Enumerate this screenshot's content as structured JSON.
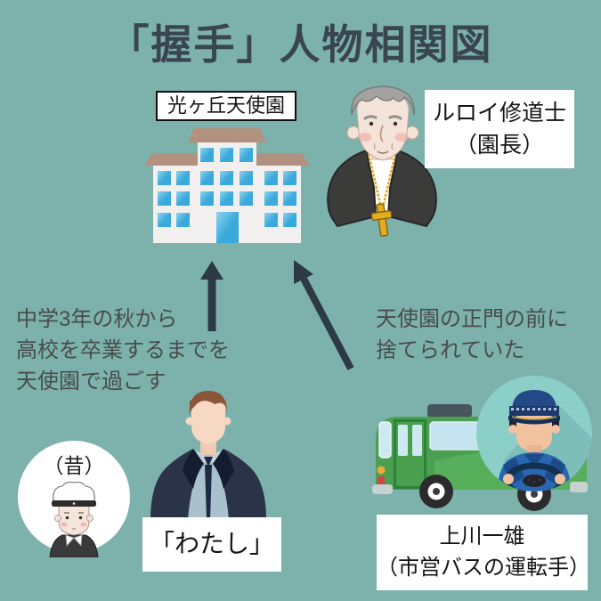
{
  "title": "「握手」人物相関図",
  "building": {
    "label": "光ヶ丘天使園"
  },
  "priest": {
    "name": "ルロイ修道士",
    "role": "（園長）"
  },
  "watashi": {
    "label": "「わたし」",
    "past_badge": "（昔）",
    "note_lines": [
      "中学3年の秋から",
      "高校を卒業するまでを",
      "天使園で過ごす"
    ]
  },
  "driver": {
    "name": "上川一雄",
    "role": "（市営バスの運転手）",
    "note_lines": [
      "天使園の正門の前に",
      "捨てられていた"
    ]
  },
  "icons": {
    "building": "orphanage-building",
    "priest": "elderly-monk-portrait",
    "businessman": "faceless-businessman",
    "schoolboy": "schoolboy-in-cap",
    "bus": "green-city-bus",
    "bus_driver": "bus-driver-with-steering-wheel",
    "up_arrow": "up-arrow",
    "diagonal_arrow": "up-left-arrow"
  },
  "colors": {
    "background": "#7db2ac",
    "title_text": "#39454f",
    "arrow": "#2c3a45",
    "note_text": "#484c4b",
    "label_background": "#ffffff",
    "building_roof": "#b39180",
    "building_wall": "#f1f0ee",
    "window_blue": "#35a8da",
    "bus_green": "#4aa050",
    "badge_teal": "#8ccfc9",
    "robe_black": "#3b3b39",
    "cross_gold": "#e3ac1c",
    "suit_navy": "#2b3349"
  }
}
